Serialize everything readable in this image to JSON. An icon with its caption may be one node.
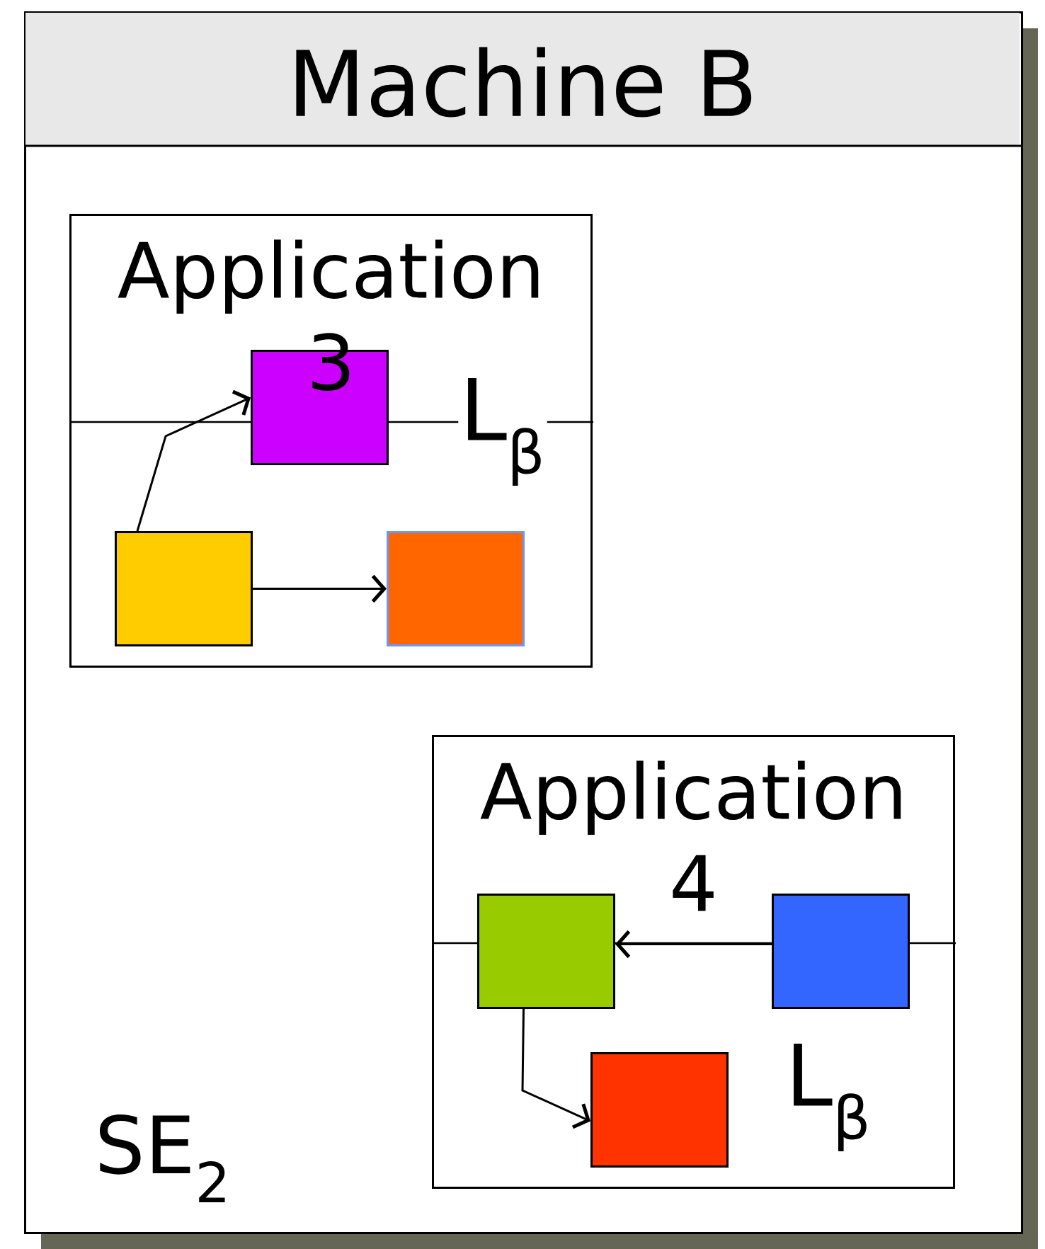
{
  "diagram": {
    "nodes": [
      {
        "text": [
          "Machine B"
        ]
      },
      {
        "text": [
          "Application 3"
        ],
        "in": 0
      },
      {
        "text": [],
        "shape": "box",
        "in": 1
      },
      {
        "text": [],
        "shape": "box",
        "in": 1
      },
      {
        "text": [],
        "shape": "box",
        "in": 1
      },
      {
        "text": [
          "Application 4"
        ],
        "in": 0
      },
      {
        "text": [],
        "shape": "box",
        "in": 5
      },
      {
        "text": [],
        "shape": "box",
        "in": 5
      },
      {
        "text": [],
        "shape": "box",
        "in": 5
      }
    ],
    "edges": [
      {
        "from": 3,
        "to": 2,
        "arrow": "to"
      },
      {
        "from": 3,
        "to": 4,
        "arrow": "to"
      },
      {
        "from": 7,
        "to": 6,
        "arrow": "to"
      },
      {
        "from": 6,
        "to": 8,
        "arrow": "to"
      }
    ],
    "labels": [
      "L$_{β}$",
      "L$_{β}$",
      "SE$_{2}$"
    ]
  }
}
